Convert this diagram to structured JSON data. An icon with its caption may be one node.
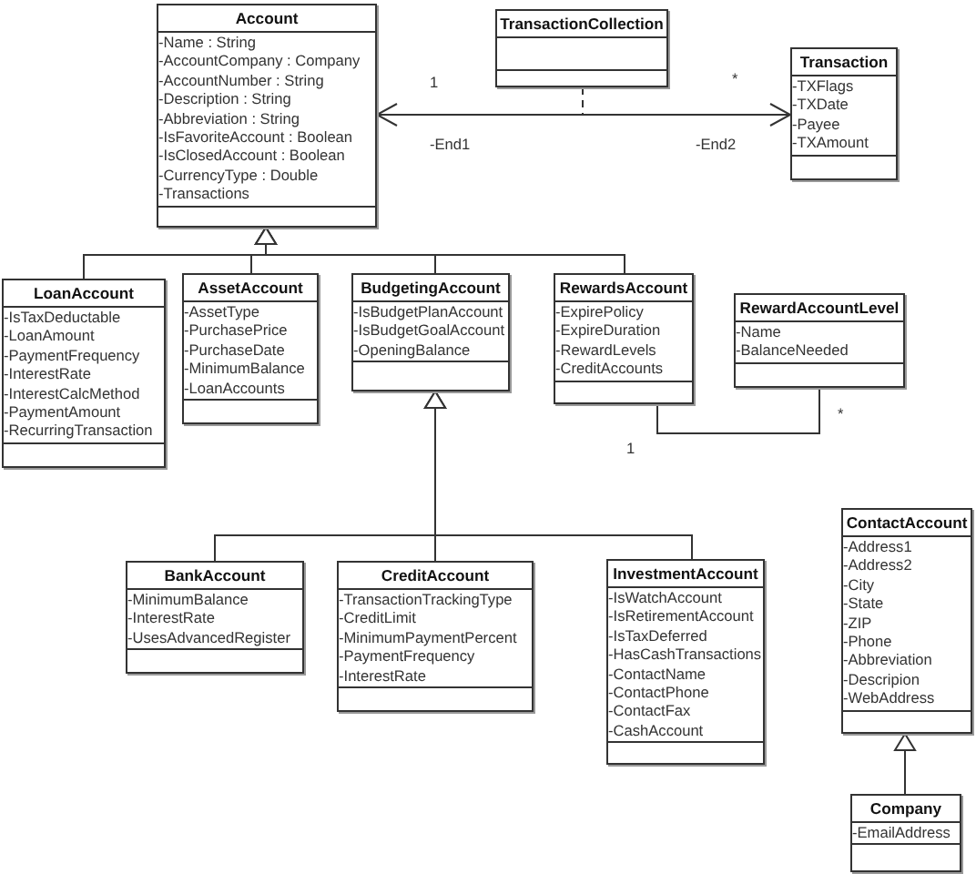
{
  "diagram": {
    "nodes": [
      {
        "text": [
          "Account",
          "-Name : String",
          "-AccountCompany : Company",
          "-AccountNumber : String",
          "-Description : String",
          "-Abbreviation : String",
          "-IsFavoriteAccount : Boolean",
          "-IsClosedAccount : Boolean",
          "-CurrencyType : Double",
          "-Transactions"
        ]
      },
      {
        "text": [
          "TransactionCollection"
        ]
      },
      {
        "text": [
          "Transaction",
          "-TXFlags",
          "-TXDate",
          "-Payee",
          "-TXAmount"
        ]
      },
      {
        "text": [
          "LoanAccount",
          "-IsTaxDeductable",
          "-LoanAmount",
          "-PaymentFrequency",
          "-InterestRate",
          "-InterestCalcMethod",
          "-PaymentAmount",
          "-RecurringTransaction"
        ]
      },
      {
        "text": [
          "AssetAccount",
          "-AssetType",
          "-PurchasePrice",
          "-PurchaseDate",
          "-MinimumBalance",
          "-LoanAccounts"
        ]
      },
      {
        "text": [
          "BudgetingAccount",
          "-IsBudgetPlanAccount",
          "-IsBudgetGoalAccount",
          "-OpeningBalance"
        ]
      },
      {
        "text": [
          "RewardsAccount",
          "-ExpirePolicy",
          "-ExpireDuration",
          "-RewardLevels",
          "-CreditAccounts"
        ]
      },
      {
        "text": [
          "RewardAccountLevel",
          "-Name",
          "-BalanceNeeded"
        ]
      },
      {
        "text": [
          "BankAccount",
          "-MinimumBalance",
          "-InterestRate",
          "-UsesAdvancedRegister"
        ]
      },
      {
        "text": [
          "CreditAccount",
          "-TransactionTrackingType",
          "-CreditLimit",
          "-MinimumPaymentPercent",
          "-PaymentFrequency",
          "-InterestRate"
        ]
      },
      {
        "text": [
          "InvestmentAccount",
          "-IsWatchAccount",
          "-IsRetirementAccount",
          "-IsTaxDeferred",
          "-HasCashTransactions",
          "-ContactName",
          "-ContactPhone",
          "-ContactFax",
          "-CashAccount"
        ]
      },
      {
        "text": [
          "ContactAccount",
          "-Address1",
          "-Address2",
          "-City",
          "-State",
          "-ZIP",
          "-Phone",
          "-Abbreviation",
          "-Descripion",
          "-WebAddress"
        ]
      },
      {
        "text": [
          "Company",
          "-EmailAddress"
        ]
      }
    ],
    "edges": [
      {
        "from": 0,
        "to": 2,
        "arrow": "both"
      },
      {
        "from": 1,
        "to": null,
        "arrow": "none",
        "style": "dashed"
      },
      {
        "from": 3,
        "to": 0,
        "arrow": "to"
      },
      {
        "from": 4,
        "to": 0,
        "arrow": "to"
      },
      {
        "from": 5,
        "to": 0,
        "arrow": "to"
      },
      {
        "from": 6,
        "to": 0,
        "arrow": "to"
      },
      {
        "from": 6,
        "to": 7,
        "arrow": "none"
      },
      {
        "from": 8,
        "to": 5,
        "arrow": "to"
      },
      {
        "from": 9,
        "to": 5,
        "arrow": "to"
      },
      {
        "from": 10,
        "to": 5,
        "arrow": "to"
      },
      {
        "from": 12,
        "to": 11,
        "arrow": "to"
      }
    ],
    "labels": [
      "1",
      "-End1",
      "*",
      "-End2",
      "1",
      "*"
    ]
  }
}
